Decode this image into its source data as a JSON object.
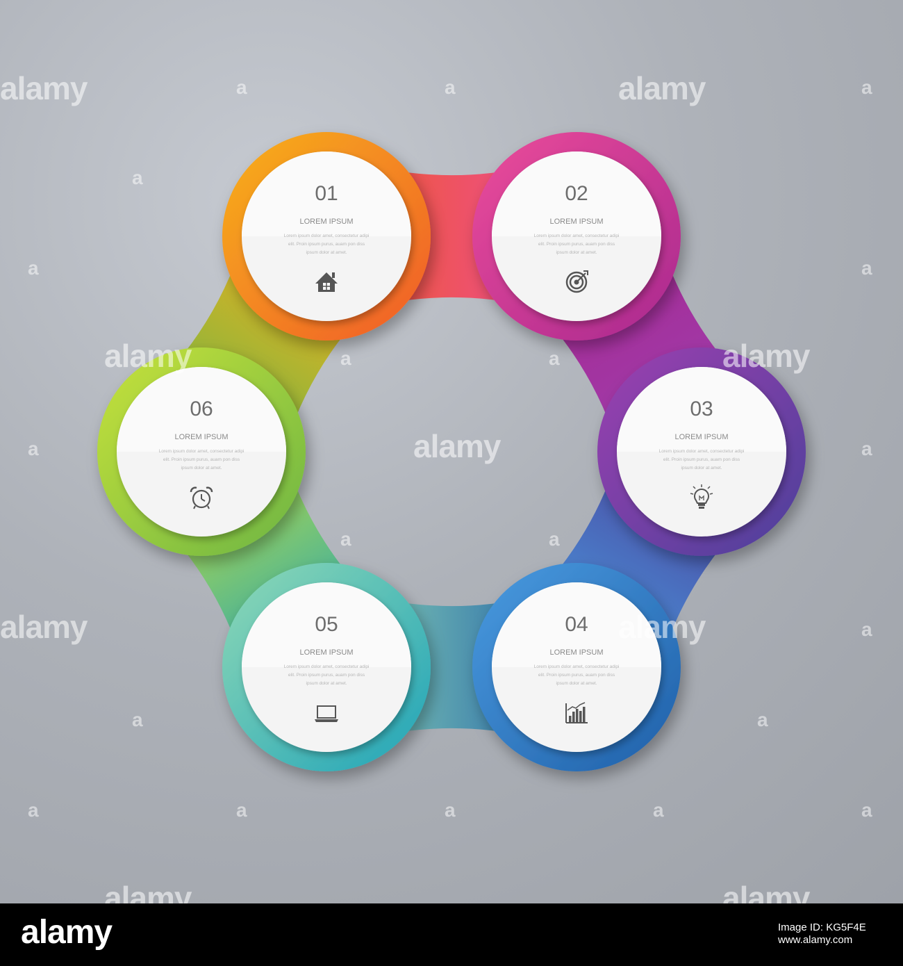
{
  "steps": [
    {
      "number": "01",
      "title": "LOREM IPSUM",
      "text": [
        "Lorem ipsum dolor amet, consectetur adipi",
        "elit. Proin ipsum purus, auam pon diss",
        "ipsum dolor at amet."
      ],
      "icon": "home-icon",
      "color_from": "#f7b21c",
      "color_to": "#f05a28"
    },
    {
      "number": "02",
      "title": "LOREM IPSUM",
      "text": [
        "Lorem ipsum dolor amet, consectetur adipi",
        "elit. Proin ipsum purus, auam pon diss",
        "ipsum dolor at amet."
      ],
      "icon": "target-icon",
      "color_from": "#ec4c9a",
      "color_to": "#a8288f"
    },
    {
      "number": "03",
      "title": "LOREM IPSUM",
      "text": [
        "Lorem ipsum dolor amet, consectetur adipi",
        "elit. Proin ipsum purus, auam pon diss",
        "ipsum dolor at amet."
      ],
      "icon": "lightbulb-icon",
      "color_from": "#9d3fb0",
      "color_to": "#4b3f9a"
    },
    {
      "number": "04",
      "title": "LOREM IPSUM",
      "text": [
        "Lorem ipsum dolor amet, consectetur adipi",
        "elit. Proin ipsum purus, auam pon diss",
        "ipsum dolor at amet."
      ],
      "icon": "bar-chart-icon",
      "color_from": "#4a9be0",
      "color_to": "#1f5fa8"
    },
    {
      "number": "05",
      "title": "LOREM IPSUM",
      "text": [
        "Lorem ipsum dolor amet, consectetur adipi",
        "elit. Proin ipsum purus, auam pon diss",
        "ipsum dolor at amet."
      ],
      "icon": "laptop-icon",
      "color_from": "#8fd9b6",
      "color_to": "#1fa3b8"
    },
    {
      "number": "06",
      "title": "LOREM IPSUM",
      "text": [
        "Lorem ipsum dolor amet, consectetur adipi",
        "elit. Proin ipsum purus, auam pon diss",
        "ipsum dolor at amet."
      ],
      "icon": "alarm-clock-icon",
      "color_from": "#c8e23a",
      "color_to": "#6cb544"
    }
  ],
  "watermark": "alamy",
  "footer": {
    "logo": "alamy",
    "image_id": "Image ID: KG5F4E",
    "site": "www.alamy.com"
  }
}
